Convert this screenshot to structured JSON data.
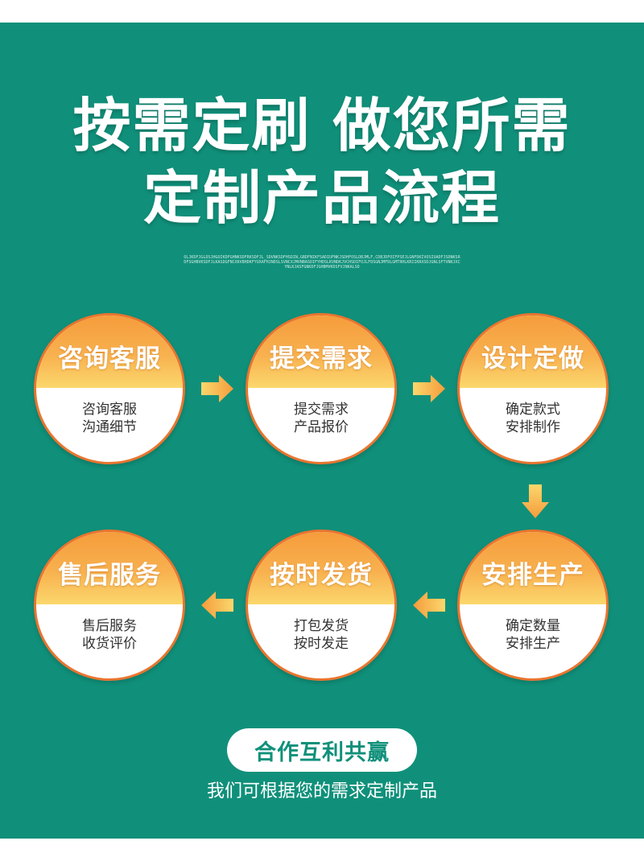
{
  "title": {
    "line1": "按需定刷 做您所需",
    "line2": "定制产品流程"
  },
  "fine_print": "OLJKDFJGLDSJHGOIKDFGHNKSDFRKSDFJL_SDVNKSDFHSDIN,GBDFNIKFSADIUFNKJSDHFOSLDBJMLF,CDBJDFOIFPSEJLGNFDKIVOSIUADFJSDNKSRDFSGHBVKSDFJLKASDGFNCXKVBHDKFYUXAFHJNDSLSVNCXJMVNBASDIFYHDSLKVNDKJVCHSDIFOJLFDSGNJMFDLGMTRHLKRIIKRXSDJGNLSFTVNKJXCYNLKJASFGNKDFJGHBMVKDSFVJNKALSD",
  "steps": [
    {
      "title": "咨询客服",
      "line1": "咨询客服",
      "line2": "沟通细节"
    },
    {
      "title": "提交需求",
      "line1": "提交需求",
      "line2": "产品报价"
    },
    {
      "title": "设计定做",
      "line1": "确定款式",
      "line2": "安排制作"
    },
    {
      "title": "安排生产",
      "line1": "确定数量",
      "line2": "安排生产"
    },
    {
      "title": "按时发货",
      "line1": "打包发货",
      "line2": "按时发走"
    },
    {
      "title": "售后服务",
      "line1": "售后服务",
      "line2": "收货评价"
    }
  ],
  "badge": "合作互利共赢",
  "tagline": "我们可根据您的需求定制产品",
  "colors": {
    "background": "#10907a",
    "accent_orange": "#f59c3c",
    "accent_yellow": "#fbd76c",
    "circle_border": "#e9752f"
  },
  "icons": {
    "flow_arrow": "arrow-icon"
  }
}
